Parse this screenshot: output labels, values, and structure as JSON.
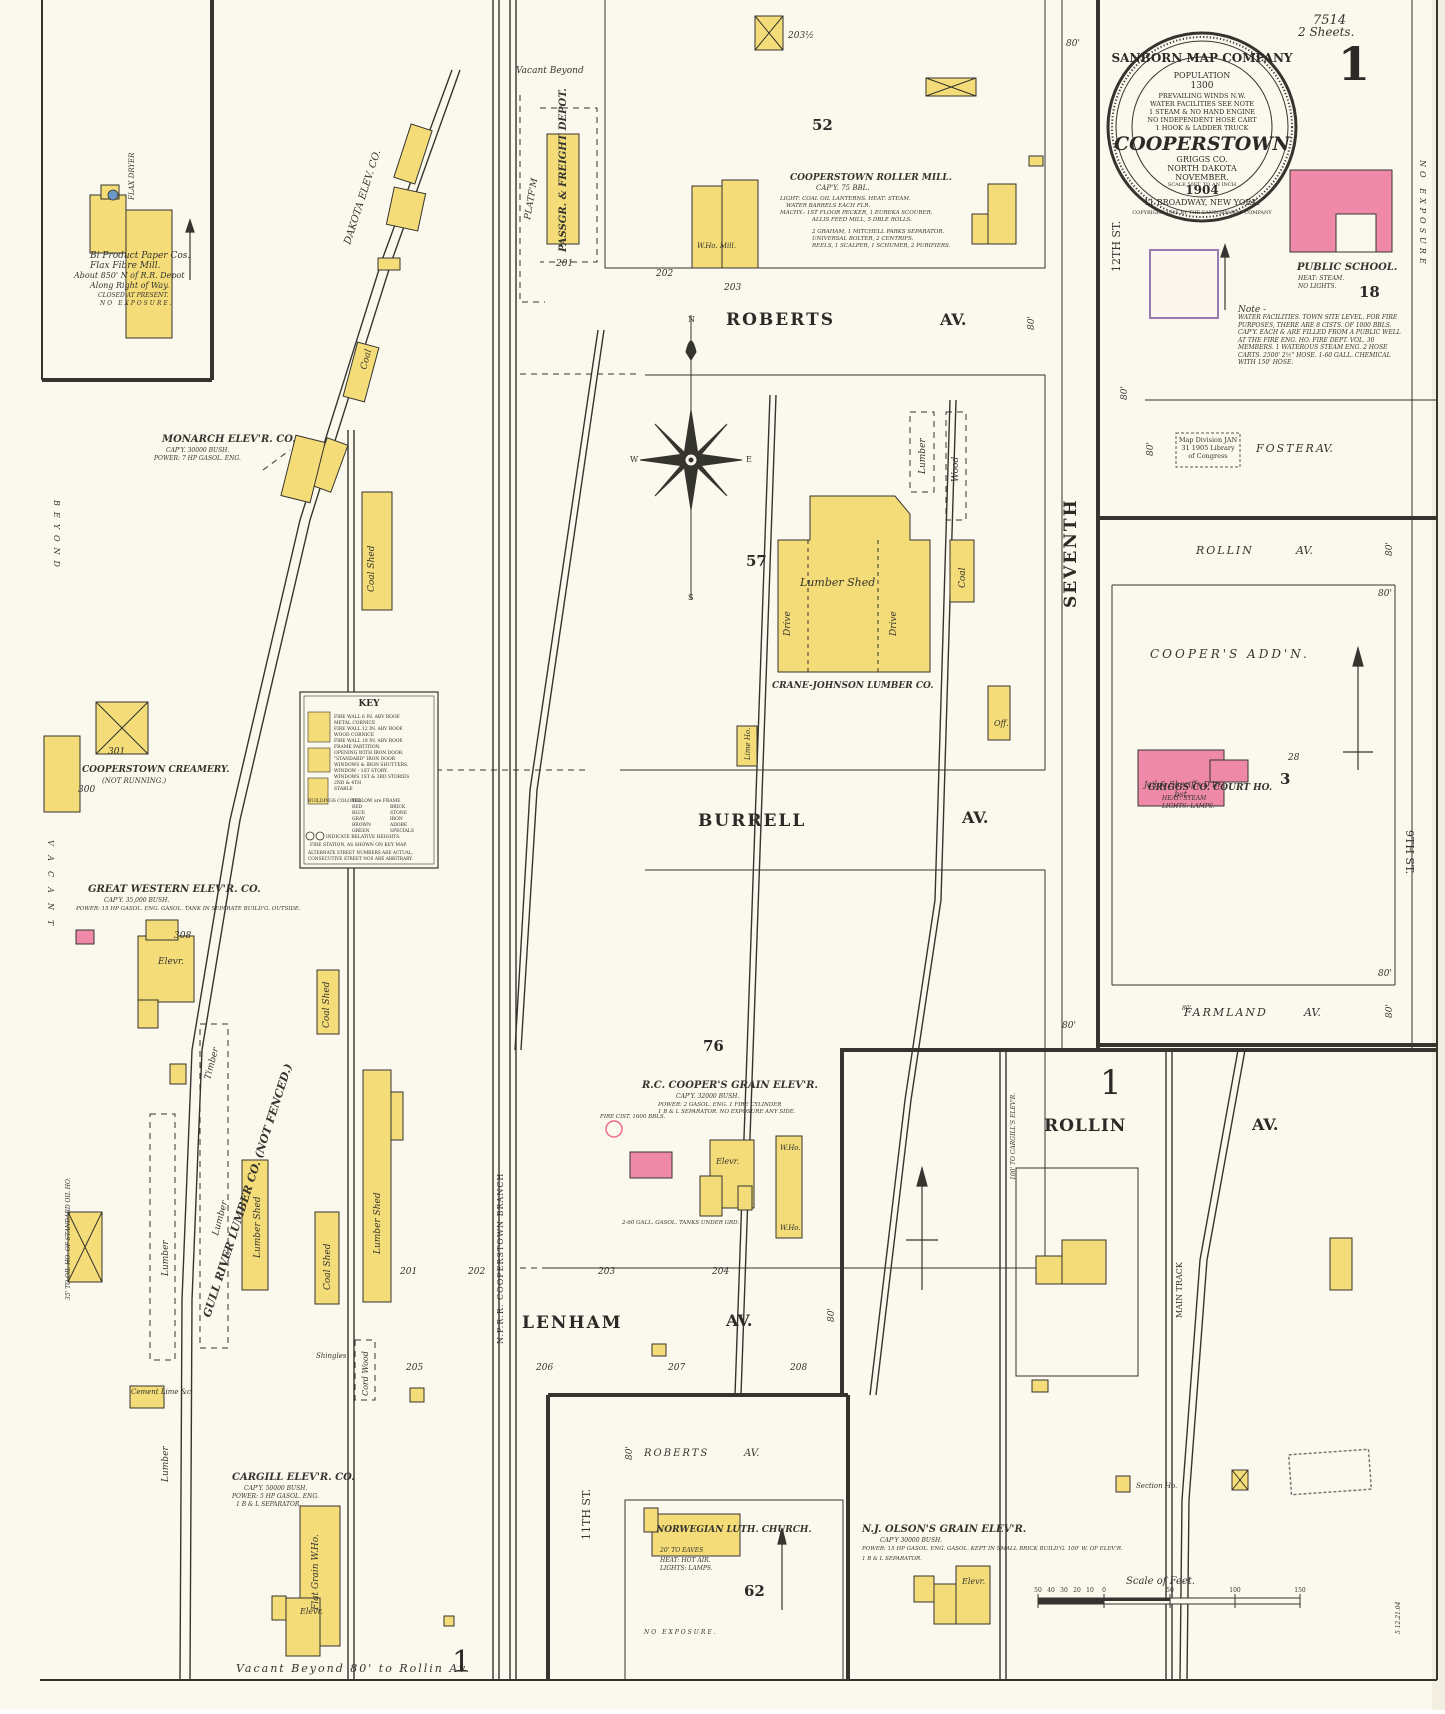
{
  "sheet": {
    "number": "1",
    "catalog_no": "7514",
    "sheets_note": "2 Sheets.",
    "bottom_sheet_number": "1",
    "vacant_beyond_top": "Vacant Beyond",
    "vacant_beyond_bottom": "Vacant Beyond 80' to Rollin Av."
  },
  "seal": {
    "company": "SANBORN MAP COMPANY",
    "population_label": "POPULATION",
    "population": "1300",
    "line1": "PREVAILING WINDS N.W.",
    "line2": "WATER FACILITIES SEE NOTE",
    "line3": "1 STEAM & NO HAND ENGINE",
    "line4": "NO INDEPENDENT HOSE CART",
    "line5": "1 HOOK & LADDER TRUCK",
    "town": "COOPERSTOWN",
    "county": "GRIGGS CO.",
    "state": "NORTH DAKOTA",
    "month": "NOVEMBER.",
    "year": "1904",
    "scale": "SCALE 50FT. TO AN INCH",
    "address": "11 BROADWAY, NEW YORK.",
    "copyright": "COPYRIGHT 1905 BY THE SANBORN MAP COMPANY"
  },
  "colors": {
    "frame": "#35342f",
    "yellow_bldg": "#f4dc78",
    "pink_bldg": "#ee8aa7",
    "stamp": "#9a7ab0",
    "paper": "#fbf9ee"
  },
  "streets": {
    "roberts": "ROBERTS",
    "burrell": "BURRELL",
    "lenham": "LENHAM",
    "rollin_big": "ROLLIN",
    "av": "AV.",
    "seventh": "SEVENTH",
    "twelfth": "12TH ST.",
    "ninth": "9TH ST.",
    "eleventh": "11TH ST.",
    "foster": "FOSTER",
    "rollin_small": "ROLLIN",
    "farmland": "FARMLAND",
    "roberts_small": "ROBERTS",
    "av_small": "AV.",
    "main_track": "MAIN TRACK",
    "branch": "N.P.R.R. COOPERSTOWN BRANCH"
  },
  "blocks": {
    "b52": "52",
    "b57": "57",
    "b76": "76",
    "b18": "18",
    "b3": "3",
    "b62": "62"
  },
  "labels": {
    "bi_product": "Bi Product Paper Cos.",
    "flax_fibre": "Flax Fibre Mill.",
    "about_850": "About 850' N of R.R. Depot",
    "along_row": "Along Right of Way.",
    "closed": "CLOSED AT PRESENT.",
    "no_exposure": "NO EXPOSURE.",
    "flax_dryer": "FLAX DRYER",
    "dakota_elev": "DAKOTA ELEV. CO.",
    "passgr": "PASSGR. & FREIGHT DEPOT.",
    "platfm": "PLATF'M",
    "mill_name": "COOPERSTOWN ROLLER MILL.",
    "mill_cap": "CAP'Y. 75 BBL.",
    "mill_light": "LIGHT: COAL OIL LANTERNS. HEAT: STEAM.",
    "mill_water": "WATER BARRELS EACH FLR.",
    "mill_machy": "MACHY.- 1ST FLOOR PECKER, 1 EUREKA SCOURER.",
    "mill_rolls": "ALLIS FEED MILL, 5 DBLE ROLLS.",
    "mill_3rd": "2 GRAHAM, 1 MITCHELL PARKS SEPARATOR.",
    "mill_4th": "UNIVERSAL BOLTER, 2 CENTRIFS.",
    "mill_5th": "REELS, 1 SCALPER, 1 SCHUMER, 2 PURIFIERS.",
    "wh_mill": "W.Ho. Mill.",
    "monarch": "MONARCH ELEV'R. CO.",
    "monarch_cap": "CAP'Y. 30000 BUSH.",
    "monarch_power": "POWER: 7 HP GASOL. ENG.",
    "coal_shed": "Coal Shed",
    "coal": "Coal",
    "creamery": "COOPERSTOWN CREAMERY.",
    "creamery_note": "(NOT RUNNING.)",
    "lumber_shed": "Lumber Shed",
    "drive": "Drive",
    "crane_johnson": "CRANE-JOHNSON LUMBER CO.",
    "lumber": "Lumber",
    "wood": "Wood",
    "off": "Off.",
    "lime_ho": "Lime Ho.",
    "great_western": "GREAT WESTERN ELEV'R. CO.",
    "gw_cap": "CAP'Y. 35,000 BUSH.",
    "gw_power": "POWER: 15 HP GASOL. ENG. GASOL. TANK IN SEPARATE BUILD'G. OUTSIDE.",
    "elevr": "Elevr.",
    "timber": "Timber",
    "gull_river": "GULL RIVER LUMBER CO. (NOT FENCED.)",
    "shingles": "Shingles",
    "cord_wood": "Cord Wood",
    "cement": "Cement Lime &c",
    "cargill": "CARGILL ELEV'R. CO.",
    "cargill_cap": "CAP'Y. 50000 BUSH.",
    "cargill_power": "POWER: 5 HP GASOL. ENG.",
    "cargill_sep": "1 B & L SEPARATOR.",
    "flat_grain": "Flat Grain W.Ho.",
    "cooper_elev": "R.C. COOPER'S GRAIN ELEV'R.",
    "cooper_cap": "CAP'Y. 32000 BUSH.",
    "cooper_power": "POWER: 2 GASOL. ENG. 1 FIRE CYLINDER",
    "cooper_sep": "1 B & L SEPARATOR.  NO EXPOSURE ANY SIDE.",
    "fire_cist": "FIRE CIST. 1600 BBLS.",
    "gasol_tank": "2-60 GALL. GASOL. TANKS UNDER GRD.",
    "wh": "W.Ho.",
    "public_school": "PUBLIC SCHOOL.",
    "school_heat": "HEAT: STEAM.",
    "school_lights": "NO LIGHTS.",
    "note_title": "Note -",
    "note_text": "WATER FACILITIES. TOWN SITE LEVEL. FOR FIRE PURPOSES, THERE ARE 8 CISTS. OF 1000 BBLS. CAP'Y. EACH & ARE FILLED FROM A PUBLIC WELL AT THE FIRE ENG. HO. FIRE DEPT. VOL. 30 MEMBERS. 1 WATEROUS STEAM ENG. 2 HOSE CARTS. 2500' 2½\" HOSE. 1-60 GALL. CHEMICAL WITH 150' HOSE.",
    "received_stamp": "Map Division JAN 31 1905 Library of Congress",
    "coopers_addn": "COOPER'S   ADD'N.",
    "jail": "Jail & Sheriffs D in bst.",
    "court_ho": "GRIGGS CO. COURT HO.",
    "court_heat": "HEAT: STEAM",
    "court_lights": "LIGHTS: LAMPS.",
    "church": "NORWEGIAN LUTH. CHURCH.",
    "church_note": "20' TO EAVES",
    "church_heat": "HEAT: HOT AIR.",
    "church_lights": "LIGHTS: LAMPS.",
    "olson": "N.J. OLSON'S GRAIN ELEV'R.",
    "olson_cap": "CAP'Y 30000 BUSH.",
    "olson_power": "POWER: 15 HP GASOL. ENG. GASOL. KEPT IN SMALL BRICK BUILD'G. 100' W. OF ELEV'R.",
    "olson_sep": "1 B & L SEPARATOR.",
    "cargills_elevr": "100' TO CARGILL'S ELEV'R.",
    "section_ho": "Section Ho.",
    "scale_label": "Scale of Feet.",
    "no_exposure_62": "NO EXPOSURE.",
    "beyond_left": "BEYOND",
    "vacant_left": "VACANT",
    "standard_oil": "35' TO OIL HO. OF STANDARD OIL HO.",
    "exposure_right": "NO EXPOSURE",
    "date_note": "5 12.21.04"
  },
  "key": {
    "title": "KEY",
    "items": [
      "FIRE WALL 6 IN. ABV ROOF.",
      "METAL CORNICE",
      "FIRE WALL 12 IN. ABV ROOF.",
      "WOOD CORNICE",
      "FIRE WALL 18 IN. ABV ROOF.",
      "FRAME PARTITION.",
      "OPENING WITH IRON DOOR.",
      "\"STANDARD\" IRON DOOR",
      "WINDOWS & IRON SHUTTERS.",
      "WINDOW - 1ST STORY.",
      "WINDOWS 1ST & 3RD STORIES",
      "2ND & 4TH",
      "STABLE"
    ],
    "colored_label": "BUILDINGS COLORED",
    "colors": [
      [
        "YELLOW are FRAME",
        ""
      ],
      [
        "RED",
        "BRICK"
      ],
      [
        "BLUE",
        "STONE"
      ],
      [
        "GRAY",
        "IRON"
      ],
      [
        "BROWN",
        "ADOBE"
      ],
      [
        "GREEN",
        "SPECIALS"
      ]
    ],
    "heights": "INDICATE RELATIVE HEIGHTS.",
    "fire_station": "FIRE STATION, AS SHOWN ON KEY MAP.",
    "alt_numbers": "ALTERNATE STREET NUMBERS ARE ACTUAL,",
    "consec": "CONSECUTIVE STREET NOS ARE ARBITRARY."
  },
  "scale": {
    "ticks": [
      "50",
      "40",
      "30",
      "20",
      "10",
      "0",
      "50",
      "100",
      "150"
    ]
  },
  "numbers": {
    "n2032": "203½",
    "n201": "201",
    "n202": "202",
    "n203": "203",
    "n204": "204",
    "n205": "205",
    "n206": "206",
    "n207": "207",
    "n208": "208",
    "n300": "300",
    "n301": "301",
    "n308": "308",
    "ft80": "80'"
  },
  "compass": {
    "n": "N",
    "s": "S",
    "e": "E",
    "w": "W"
  }
}
